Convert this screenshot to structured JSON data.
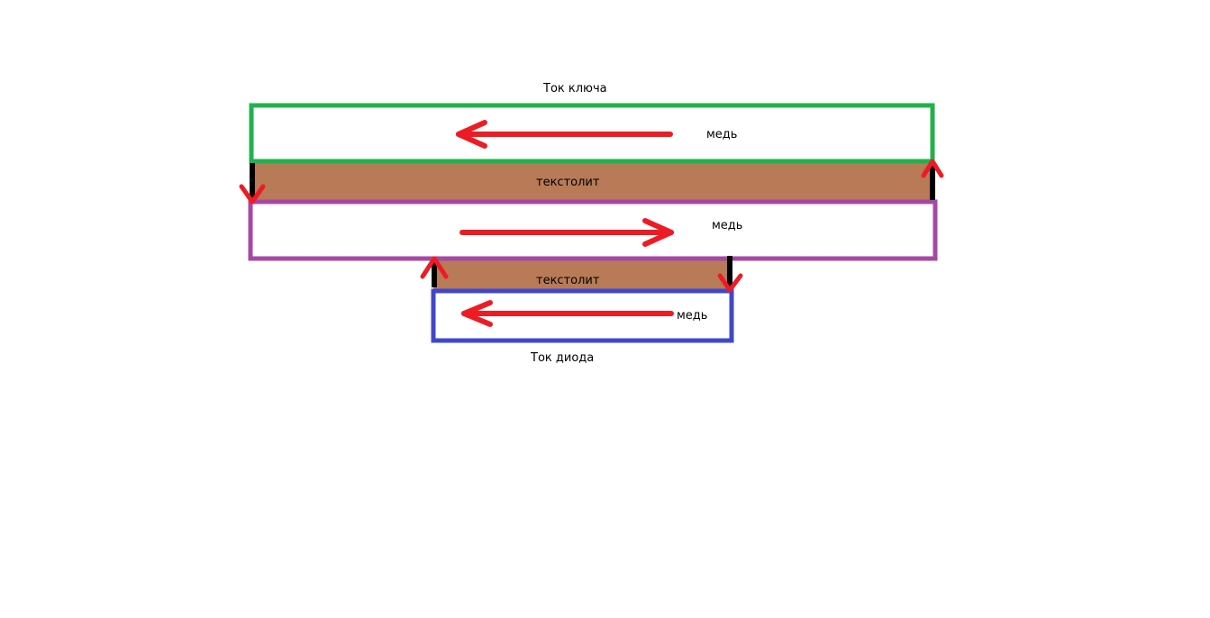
{
  "labels": {
    "top_current": "Ток ключа",
    "bottom_current": "Ток диода",
    "copper_top": "медь",
    "copper_middle": "медь",
    "copper_bottom": "медь",
    "textolite_top": "текстолит",
    "textolite_bottom": "текстолит"
  },
  "colors": {
    "background": "#ffffff",
    "copper_top_border": "#22b14c",
    "copper_middle_border": "#a349a4",
    "copper_bottom_border": "#3f48cc",
    "textolite_fill": "#b97a57",
    "current_arrow": "#ed1c24",
    "via": "#000000"
  },
  "current_directions": {
    "copper_top": "left",
    "copper_middle": "right",
    "copper_bottom": "left",
    "via_left_top": "down",
    "via_right_top": "up",
    "via_left_bottom": "up",
    "via_right_bottom": "down"
  }
}
